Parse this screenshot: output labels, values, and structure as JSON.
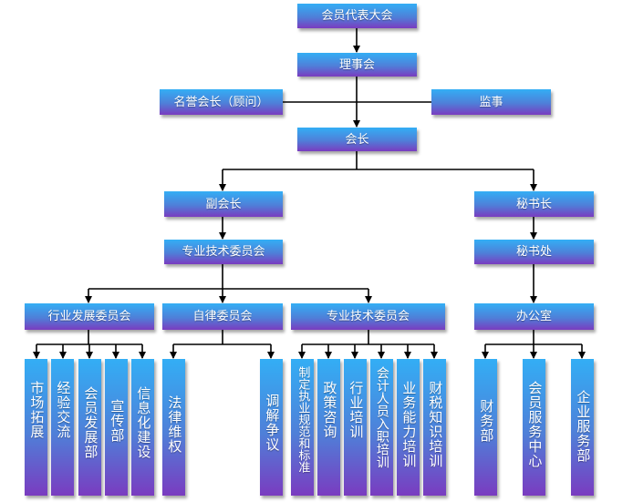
{
  "nodes": {
    "congress": "会员代表大会",
    "council": "理事会",
    "honorary_president": "名誉会长（顾问）",
    "supervisor": "监事",
    "president": "会长",
    "vice_president": "副会长",
    "secretary_general": "秘书长",
    "tech_committee_top": "专业技术委员会",
    "secretariat": "秘书处",
    "industry_dev_committee": "行业发展委员会",
    "self_discipline_committee": "自律委员会",
    "tech_committee_sub": "专业技术委员会",
    "office": "办公室"
  },
  "leaves": {
    "market_expansion": "市场拓展",
    "experience_exchange": "经验交流",
    "member_development": "会员发展部",
    "publicity": "宣传部",
    "informatization": "信息化建设",
    "legal_rights": "法律维权",
    "mediation": "调解争议",
    "standards": "制定执业规范和标准",
    "policy_consult": "政策咨询",
    "industry_training": "行业培训",
    "accountant_training": "会计人员入职培训",
    "ability_training": "业务能力培训",
    "tax_training": "财税知识培训",
    "finance_dept": "财务部",
    "member_service": "会员服务中心",
    "enterprise_service": "企业服务部"
  },
  "colors": {
    "box_top": "#33aef5",
    "box_bottom": "#7a3cc0",
    "line": "#000000"
  }
}
